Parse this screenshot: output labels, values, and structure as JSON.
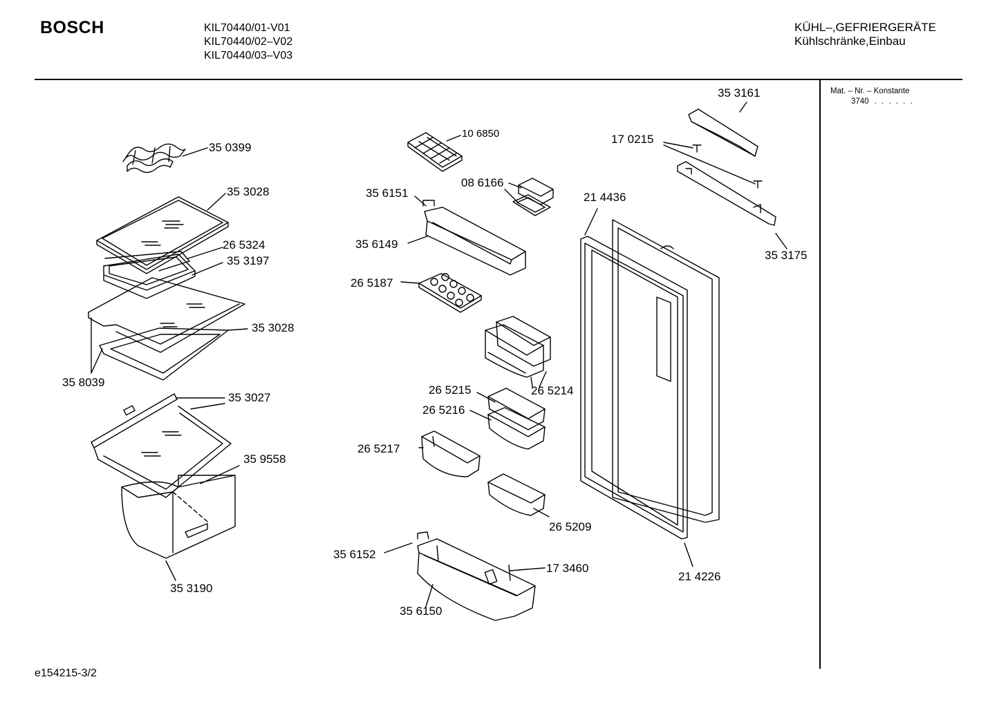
{
  "header": {
    "brand": "BOSCH",
    "models": [
      "KIL70440/01-V01",
      "KIL70440/02–V02",
      "KIL70440/03–V03"
    ],
    "category_line1": "KÜHL–,GEFRIERGERÄTE",
    "category_line2": "Kühlschränke,Einbau"
  },
  "sidebar": {
    "mat_nr_label": "Mat. – Nr. – Konstante",
    "mat_nr_value": "3740",
    "mat_nr_dots": ". .   . . . ."
  },
  "footer": {
    "drawing_id": "e154215-3/2"
  },
  "parts": {
    "p350399": "35 0399",
    "p353028a": "35 3028",
    "p265324": "26 5324",
    "p353197": "35 3197",
    "p353028b": "35 3028",
    "p358039": "35 8039",
    "p353027": "35 3027",
    "p359558": "35 9558",
    "p353190": "35 3190",
    "p106850": "10 6850",
    "p086166": "08 6166",
    "p356151": "35 6151",
    "p356149": "35 6149",
    "p265187": "26 5187",
    "p265214": "26 5214",
    "p265215": "26 5215",
    "p265216": "26 5216",
    "p265217": "26 5217",
    "p265209": "26 5209",
    "p356152": "35 6152",
    "p173460": "17 3460",
    "p356150": "35 6150",
    "p353161": "35 3161",
    "p170215": "17 0215",
    "p214436": "21 4436",
    "p353175": "35 3175",
    "p214226": "21 4226"
  }
}
